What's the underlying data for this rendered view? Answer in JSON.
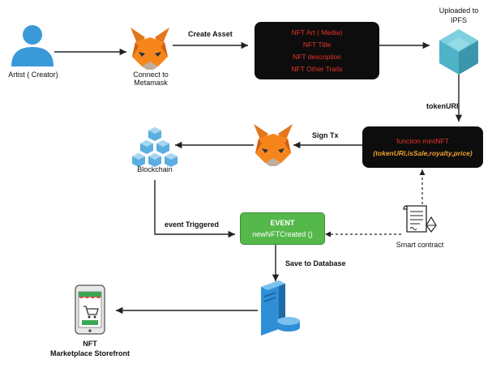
{
  "nodes": {
    "artist": {
      "label": "Artist ( Creator)",
      "icon": "user-icon"
    },
    "metamask_connect": {
      "label_line1": "Connect to",
      "label_line2": "Metamask",
      "icon": "metamask-fox-icon"
    },
    "asset_box": {
      "items": [
        "NFT Art ( Media)",
        "NFT Title",
        "NFT description",
        "NFT Other Traits"
      ]
    },
    "ipfs": {
      "label_line1": "Uploaded to",
      "label_line2": "IPFS",
      "icon": "ipfs-cube-icon"
    },
    "mint_box": {
      "func": "function mintNFT",
      "params": "(tokenURI,isSale,royalty,price)"
    },
    "metamask_sign": {
      "icon": "metamask-fox-icon"
    },
    "blockchain": {
      "label": "Blockchain",
      "icon": "blockchain-cubes-icon"
    },
    "event_box": {
      "title": "EVENT",
      "name": "newNFTCreated ()"
    },
    "contract": {
      "label": "Smart contract",
      "icon": "smart-contract-icon"
    },
    "database": {
      "icon": "database-server-icon"
    },
    "storefront": {
      "label_line1": "NFT",
      "label_line2": "Marketplace Storefront",
      "icon": "storefront-icon"
    }
  },
  "edges": {
    "create_asset": "Create Asset",
    "token_uri": "tokenURI",
    "sign_tx": "Sign Tx",
    "event_triggered": "event Triggered",
    "save_db": "Save to Database"
  },
  "colors": {
    "dark_box": "#0d0d0d",
    "red_text": "#e8342a",
    "orange_text": "#f0a030",
    "event_green": "#54b84a",
    "user_blue": "#3a9ad9",
    "ipfs_teal": "#4fb3c8",
    "fox_orange": "#e2761b",
    "server_blue": "#2f8fd6"
  }
}
